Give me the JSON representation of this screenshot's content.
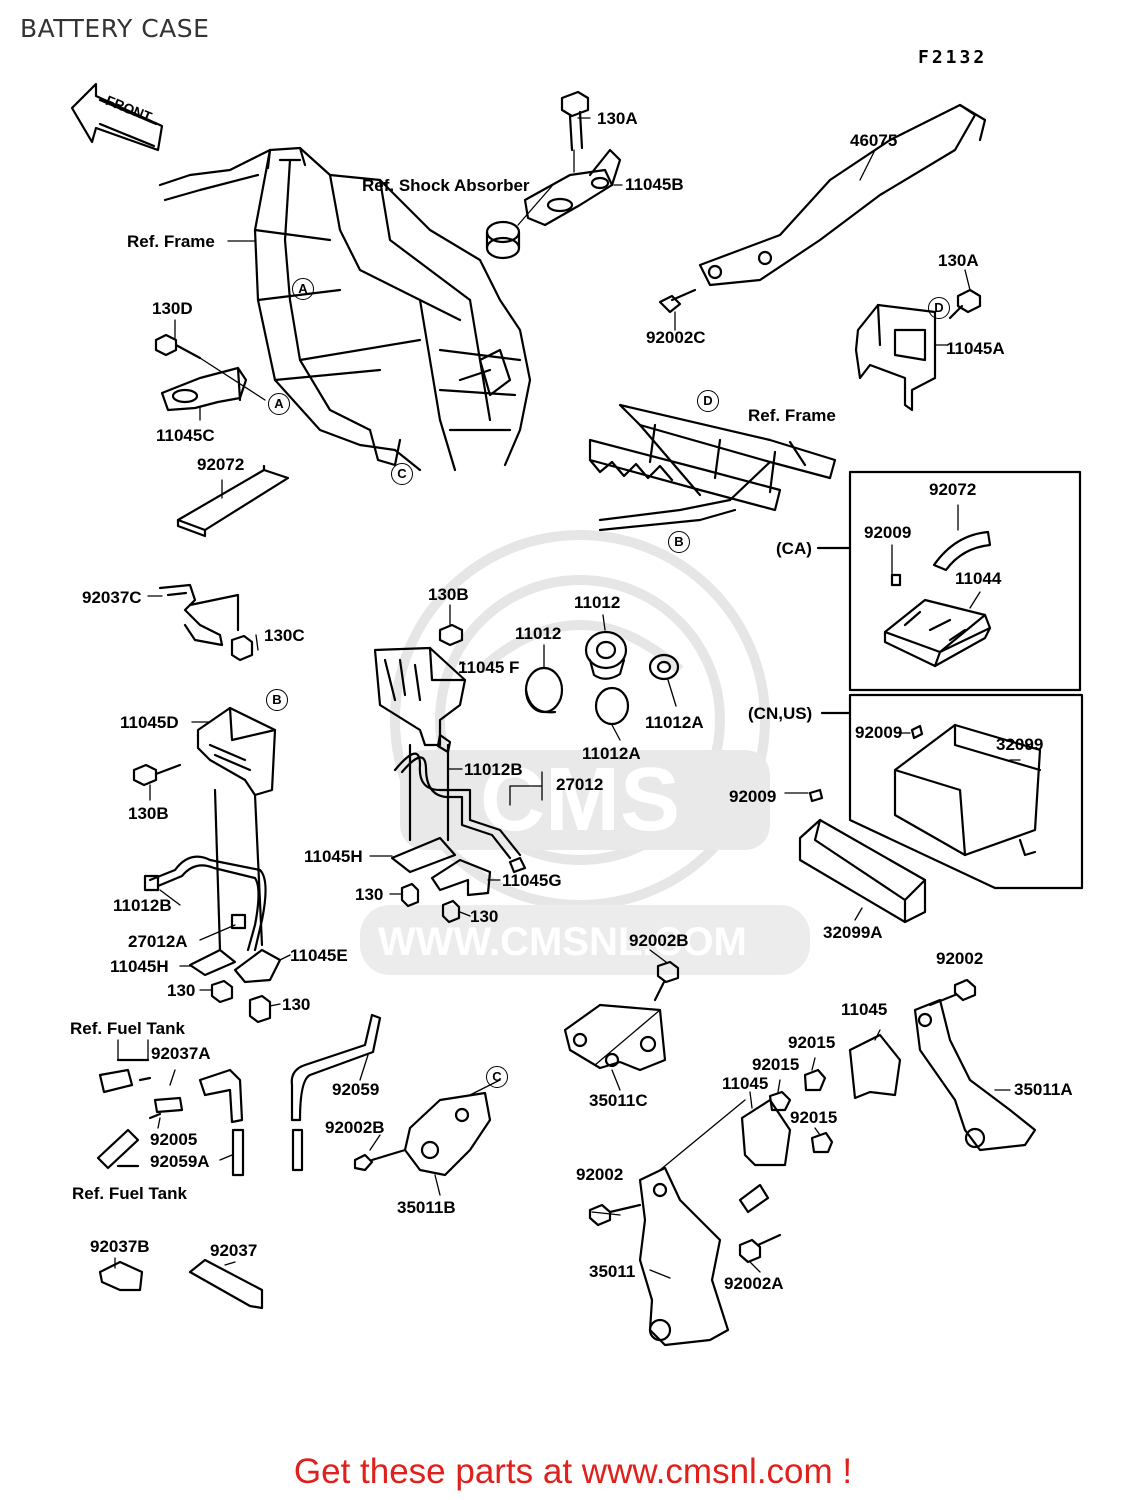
{
  "title": "BATTERY CASE",
  "figure_code": "F2132",
  "front_arrow_text": "FRONT",
  "watermark": {
    "brand": "CMS",
    "url": "WWW.CMSNL.COM"
  },
  "footer": {
    "text": "Get these parts at www.cmsnl.com !",
    "color": "#e0201b"
  },
  "ref_labels": {
    "frame_left": "Ref. Frame",
    "shock_absorber": "Ref. Shock Absorber",
    "frame_right": "Ref. Frame",
    "fuel_tank_top": "Ref. Fuel Tank",
    "fuel_tank_bottom": "Ref. Fuel Tank"
  },
  "markers": {
    "a1": "A",
    "a2": "A",
    "c1": "C",
    "c2": "C",
    "d1": "D",
    "d2": "D",
    "b1": "B",
    "b2": "B"
  },
  "variants": {
    "ca": "(CA)",
    "cn_us": "(CN,US)"
  },
  "parts": {
    "p130a_top": "130A",
    "p11045b": "11045B",
    "p46075": "46075",
    "p92002c": "92002C",
    "p130a_right": "130A",
    "p11045a": "11045A",
    "p130d": "130D",
    "p11045c": "11045C",
    "p92072_left": "92072",
    "p92072_ca": "92072",
    "p92009_ca": "92009",
    "p11044": "11044",
    "p92037c": "92037C",
    "p130c": "130C",
    "p130b_mid": "130B",
    "p11012_a": "11012",
    "p11012_b": "11012",
    "p11045f": "11045 F",
    "p11012a_1": "11012A",
    "p11012a_2": "11012A",
    "p92009_us": "92009",
    "p32099": "32099",
    "p92009_loose": "92009",
    "p11045d": "11045D",
    "p130b_left": "130B",
    "p11012b_mid": "11012B",
    "p27012": "27012",
    "p11045h_mid": "11045H",
    "p11045g": "11045G",
    "p130_mid1": "130",
    "p130_mid2": "130",
    "p32099a": "32099A",
    "p11012b_left": "11012B",
    "p27012a": "27012A",
    "p11045h_left": "11045H",
    "p11045e": "11045E",
    "p130_left1": "130",
    "p130_left2": "130",
    "p92002b_top": "92002B",
    "p92002_right": "92002",
    "p11045_right": "11045",
    "p92015_a": "92015",
    "p92015_b": "92015",
    "p11045_mid": "11045",
    "p35011a": "35011A",
    "p92015_c": "92015",
    "p92037a": "92037A",
    "p92059": "92059",
    "p35011c": "35011C",
    "p92005": "92005",
    "p92059a": "92059A",
    "p92002b_low": "92002B",
    "p35011b": "35011B",
    "p92002_low": "92002",
    "p92037b": "92037B",
    "p92037": "92037",
    "p35011": "35011",
    "p92002a": "92002A"
  }
}
